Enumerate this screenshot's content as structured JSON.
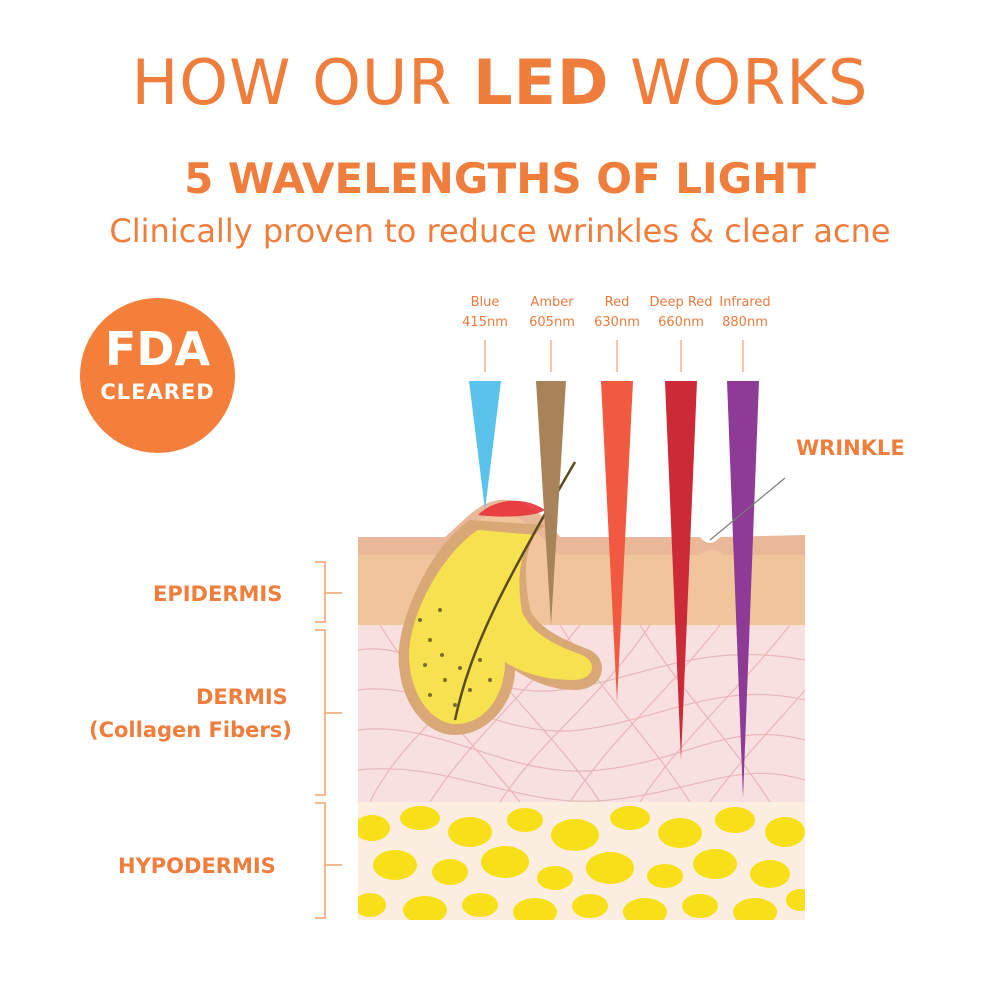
{
  "title": {
    "part1": "HOW OUR ",
    "highlight": "LED",
    "part2": " WORKS"
  },
  "subtitle": "5 WAVELENGTHS OF LIGHT",
  "tagline": "Clinically proven to reduce wrinkles & clear acne",
  "badge": {
    "line1": "FDA",
    "line2": "CLEARED"
  },
  "wavelengths": [
    {
      "name": "Blue",
      "nm": "415nm",
      "color": "#5ac3ec"
    },
    {
      "name": "Amber",
      "nm": "605nm",
      "color": "#a8835a"
    },
    {
      "name": "Red",
      "nm": "630nm",
      "color": "#f15a40"
    },
    {
      "name": "Deep Red",
      "nm": "660nm",
      "color": "#cc2a36"
    },
    {
      "name": "Infrared",
      "nm": "880nm",
      "color": "#8e3b98"
    }
  ],
  "labels": {
    "wrinkle": "WRINKLE",
    "epidermis": "EPIDERMIS",
    "dermis": "DERMIS",
    "dermis_sub": "(Collagen Fibers)",
    "hypodermis": "HYPODERMIS"
  },
  "colors": {
    "accent": "#ef7d3c",
    "skin_surface": "#e8b898",
    "epidermis": "#f1c59c",
    "dermis": "#f8dfe0",
    "hypodermis_bg": "#fbeee0",
    "fat": "#f7e017",
    "gland": "#f6e24e",
    "inflammation": "#e8323a"
  }
}
